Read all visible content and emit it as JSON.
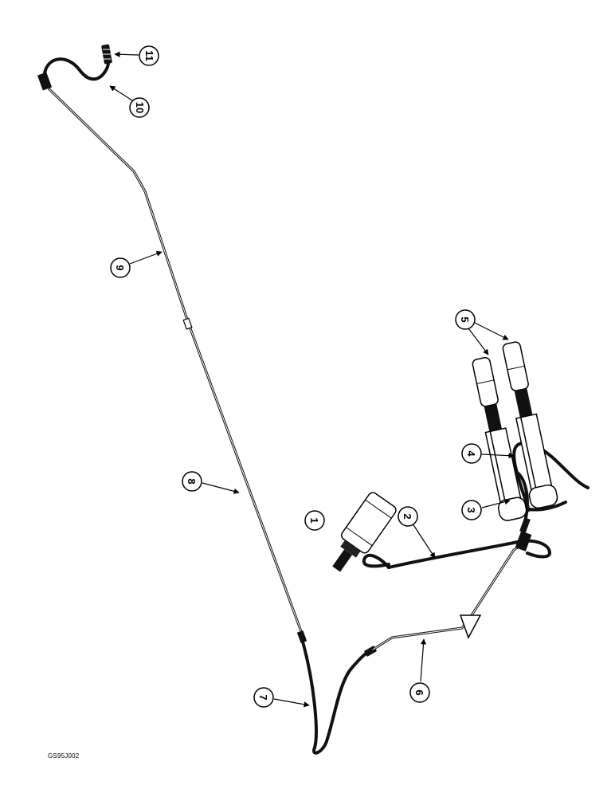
{
  "callouts": [
    {
      "id": "c1",
      "label": "1"
    },
    {
      "id": "c2",
      "label": "2"
    },
    {
      "id": "c3",
      "label": "3"
    },
    {
      "id": "c4",
      "label": "4"
    },
    {
      "id": "c5",
      "label": "5"
    },
    {
      "id": "c6",
      "label": "6"
    },
    {
      "id": "c7",
      "label": "7"
    },
    {
      "id": "c8",
      "label": "8"
    },
    {
      "id": "c9",
      "label": "9"
    },
    {
      "id": "c10",
      "label": "10"
    },
    {
      "id": "c11",
      "label": "11"
    }
  ],
  "figure_code": "GS95J002"
}
